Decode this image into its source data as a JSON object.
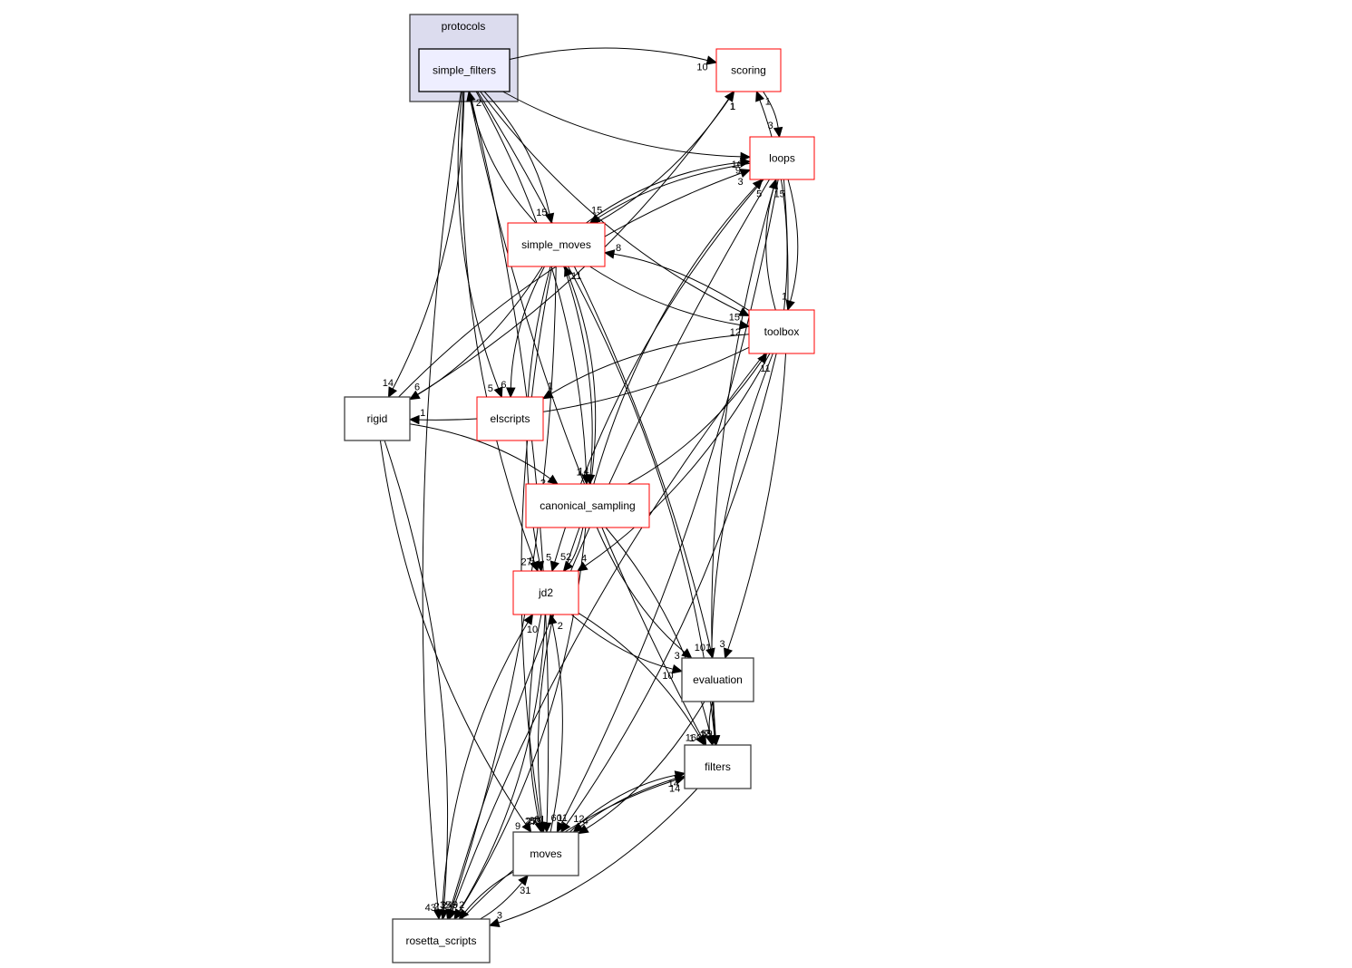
{
  "cluster": {
    "label": "protocols",
    "fill": "#dcdcee",
    "stroke": "#404040"
  },
  "colors": {
    "node_red": "#ff0000",
    "node_black": "#404040",
    "focus_fill": "#eeeeff"
  },
  "nodes": [
    {
      "id": "simple_filters",
      "label": "simple_filters",
      "style": "focus"
    },
    {
      "id": "scoring",
      "label": "scoring",
      "style": "red"
    },
    {
      "id": "loops",
      "label": "loops",
      "style": "red"
    },
    {
      "id": "simple_moves",
      "label": "simple_moves",
      "style": "red"
    },
    {
      "id": "toolbox",
      "label": "toolbox",
      "style": "red"
    },
    {
      "id": "rigid",
      "label": "rigid",
      "style": "black"
    },
    {
      "id": "elscripts",
      "label": "elscripts",
      "style": "red"
    },
    {
      "id": "canonical_sampling",
      "label": "canonical_sampling",
      "style": "red"
    },
    {
      "id": "jd2",
      "label": "jd2",
      "style": "red"
    },
    {
      "id": "evaluation",
      "label": "evaluation",
      "style": "black"
    },
    {
      "id": "filters",
      "label": "filters",
      "style": "black"
    },
    {
      "id": "moves",
      "label": "moves",
      "style": "black"
    },
    {
      "id": "rosetta_scripts",
      "label": "rosetta_scripts",
      "style": "black"
    }
  ],
  "edges": [
    {
      "from": "simple_filters",
      "to": "scoring",
      "label": "10"
    },
    {
      "from": "simple_filters",
      "to": "loops",
      "label": "16"
    },
    {
      "from": "simple_filters",
      "to": "simple_moves",
      "label": "15"
    },
    {
      "from": "simple_filters",
      "to": "toolbox",
      "label": "15"
    },
    {
      "from": "simple_filters",
      "to": "rigid",
      "label": "14"
    },
    {
      "from": "simple_filters",
      "to": "elscripts",
      "label": "5"
    },
    {
      "from": "simple_filters",
      "to": "canonical_sampling",
      "label": "1"
    },
    {
      "from": "simple_filters",
      "to": "jd2",
      "label": "27"
    },
    {
      "from": "simple_filters",
      "to": "evaluation",
      "label": "101"
    },
    {
      "from": "simple_filters",
      "to": "filters",
      "label": "160"
    },
    {
      "from": "simple_filters",
      "to": "moves",
      "label": "61"
    },
    {
      "from": "simple_filters",
      "to": "rosetta_scripts",
      "label": "43"
    },
    {
      "from": "scoring",
      "to": "loops",
      "label": "3"
    },
    {
      "from": "loops",
      "to": "simple_moves",
      "label": "15"
    },
    {
      "from": "loops",
      "to": "toolbox",
      "label": "1"
    },
    {
      "from": "loops",
      "to": "jd2",
      "label": "5"
    },
    {
      "from": "loops",
      "to": "evaluation",
      "label": "3"
    },
    {
      "from": "loops",
      "to": "filters",
      "label": "3"
    },
    {
      "from": "loops",
      "to": "moves",
      "label": "60"
    },
    {
      "from": "loops",
      "to": "rosetta_scripts",
      "label": "2"
    },
    {
      "from": "simple_moves",
      "to": "simple_filters",
      "label": "2"
    },
    {
      "from": "simple_moves",
      "to": "scoring",
      "label": "1"
    },
    {
      "from": "simple_moves",
      "to": "loops",
      "label": "9"
    },
    {
      "from": "simple_moves",
      "to": "toolbox",
      "label": "12"
    },
    {
      "from": "simple_moves",
      "to": "rigid",
      "label": "6"
    },
    {
      "from": "simple_moves",
      "to": "elscripts",
      "label": "6"
    },
    {
      "from": "simple_moves",
      "to": "canonical_sampling",
      "label": "14"
    },
    {
      "from": "simple_moves",
      "to": "jd2",
      "label": "9"
    },
    {
      "from": "simple_moves",
      "to": "filters",
      "label": "59"
    },
    {
      "from": "simple_moves",
      "to": "moves",
      "label": "255"
    },
    {
      "from": "simple_moves",
      "to": "rosetta_scripts",
      "label": "35"
    },
    {
      "from": "toolbox",
      "to": "scoring",
      "label": "1"
    },
    {
      "from": "toolbox",
      "to": "loops",
      "label": "15"
    },
    {
      "from": "toolbox",
      "to": "simple_moves",
      "label": "8"
    },
    {
      "from": "toolbox",
      "to": "rigid",
      "label": "1"
    },
    {
      "from": "toolbox",
      "to": "elscripts",
      "label": "1"
    },
    {
      "from": "toolbox",
      "to": "jd2",
      "label": "4"
    },
    {
      "from": "toolbox",
      "to": "filters",
      "label": "2"
    },
    {
      "from": "toolbox",
      "to": "moves",
      "label": "11"
    },
    {
      "from": "toolbox",
      "to": "rosetta_scripts",
      "label": "14"
    },
    {
      "from": "rigid",
      "to": "loops",
      "label": "3"
    },
    {
      "from": "rigid",
      "to": "scoring",
      "label": "1"
    },
    {
      "from": "rigid",
      "to": "canonical_sampling",
      "label": "2"
    },
    {
      "from": "rigid",
      "to": "moves",
      "label": "9"
    },
    {
      "from": "rigid",
      "to": "rosetta_scripts",
      "label": "2"
    },
    {
      "from": "canonical_sampling",
      "to": "simple_moves",
      "label": "11"
    },
    {
      "from": "canonical_sampling",
      "to": "loops",
      "label": "5"
    },
    {
      "from": "canonical_sampling",
      "to": "toolbox",
      "label": "11"
    },
    {
      "from": "canonical_sampling",
      "to": "jd2",
      "label": "52"
    },
    {
      "from": "canonical_sampling",
      "to": "evaluation",
      "label": "3"
    },
    {
      "from": "canonical_sampling",
      "to": "filters",
      "label": "2"
    },
    {
      "from": "canonical_sampling",
      "to": "moves",
      "label": "80"
    },
    {
      "from": "canonical_sampling",
      "to": "rosetta_scripts",
      "label": "9"
    },
    {
      "from": "jd2",
      "to": "evaluation",
      "label": "10"
    },
    {
      "from": "jd2",
      "to": "filters",
      "label": "1"
    },
    {
      "from": "jd2",
      "to": "moves",
      "label": "27"
    },
    {
      "from": "jd2",
      "to": "rosetta_scripts",
      "label": "5"
    },
    {
      "from": "evaluation",
      "to": "filters",
      "label": "1"
    },
    {
      "from": "evaluation",
      "to": "moves",
      "label": "4"
    },
    {
      "from": "filters",
      "to": "moves",
      "label": "12"
    },
    {
      "from": "filters",
      "to": "rosetta_scripts",
      "label": "3"
    },
    {
      "from": "moves",
      "to": "jd2",
      "label": "2"
    },
    {
      "from": "moves",
      "to": "filters",
      "label": "14"
    },
    {
      "from": "moves",
      "to": "rosetta_scripts",
      "label": "2"
    },
    {
      "from": "rosetta_scripts",
      "to": "jd2",
      "label": "10"
    },
    {
      "from": "rosetta_scripts",
      "to": "moves",
      "label": "31"
    },
    {
      "from": "rosetta_scripts",
      "to": "filters",
      "label": "14"
    }
  ]
}
